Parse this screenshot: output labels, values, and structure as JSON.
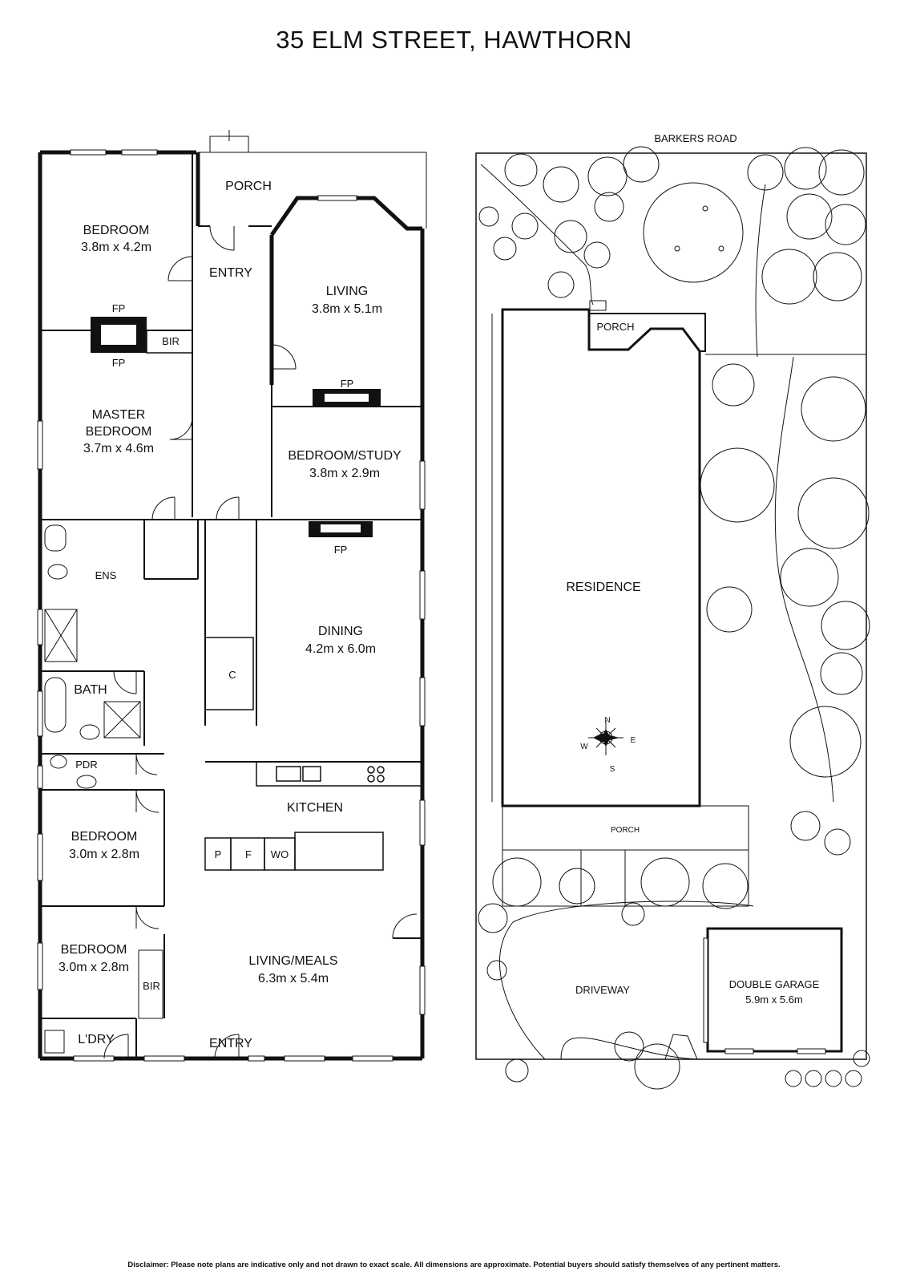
{
  "title": "35 ELM STREET, HAWTHORN",
  "floor_plan": {
    "rooms": {
      "bedroom1": {
        "name": "BEDROOM",
        "dim": "3.8m x 4.2m"
      },
      "porch": {
        "name": "PORCH"
      },
      "entry_top": {
        "name": "ENTRY"
      },
      "living": {
        "name": "LIVING",
        "dim": "3.8m x 5.1m"
      },
      "master": {
        "line1": "MASTER",
        "line2": "BEDROOM",
        "dim": "3.7m x 4.6m"
      },
      "bir1": {
        "name": "BIR"
      },
      "study": {
        "name": "BEDROOM/STUDY",
        "dim": "3.8m x 2.9m"
      },
      "ens": {
        "name": "ENS"
      },
      "dining": {
        "name": "DINING",
        "dim": "4.2m x 6.0m"
      },
      "cupboard": {
        "name": "C"
      },
      "bath": {
        "name": "BATH"
      },
      "pdr": {
        "name": "PDR"
      },
      "kitchen": {
        "name": "KITCHEN"
      },
      "pantry": {
        "name": "P"
      },
      "fridge": {
        "name": "F"
      },
      "wo": {
        "name": "WO"
      },
      "bedroom3": {
        "name": "BEDROOM",
        "dim": "3.0m x 2.8m"
      },
      "bedroom4": {
        "name": "BEDROOM",
        "dim": "3.0m x 2.8m"
      },
      "bir2": {
        "name": "BIR"
      },
      "living_meals": {
        "name": "LIVING/MEALS",
        "dim": "6.3m x 5.4m"
      },
      "laundry": {
        "name": "L'DRY"
      },
      "entry_bottom": {
        "name": "ENTRY"
      }
    },
    "fireplace_label": "FP"
  },
  "site_plan": {
    "street": "BARKERS ROAD",
    "porch_top": "PORCH",
    "residence": "RESIDENCE",
    "porch_bottom": "PORCH",
    "driveway": "DRIVEWAY",
    "garage": {
      "name": "DOUBLE GARAGE",
      "dim": "5.9m x 5.6m"
    },
    "compass": {
      "n": "N",
      "s": "S",
      "e": "E",
      "w": "W"
    }
  },
  "disclaimer": "Disclaimer: Please note plans are indicative only and not drawn to exact scale. All dimensions are approximate. Potential buyers should satisfy themselves of any pertinent matters."
}
